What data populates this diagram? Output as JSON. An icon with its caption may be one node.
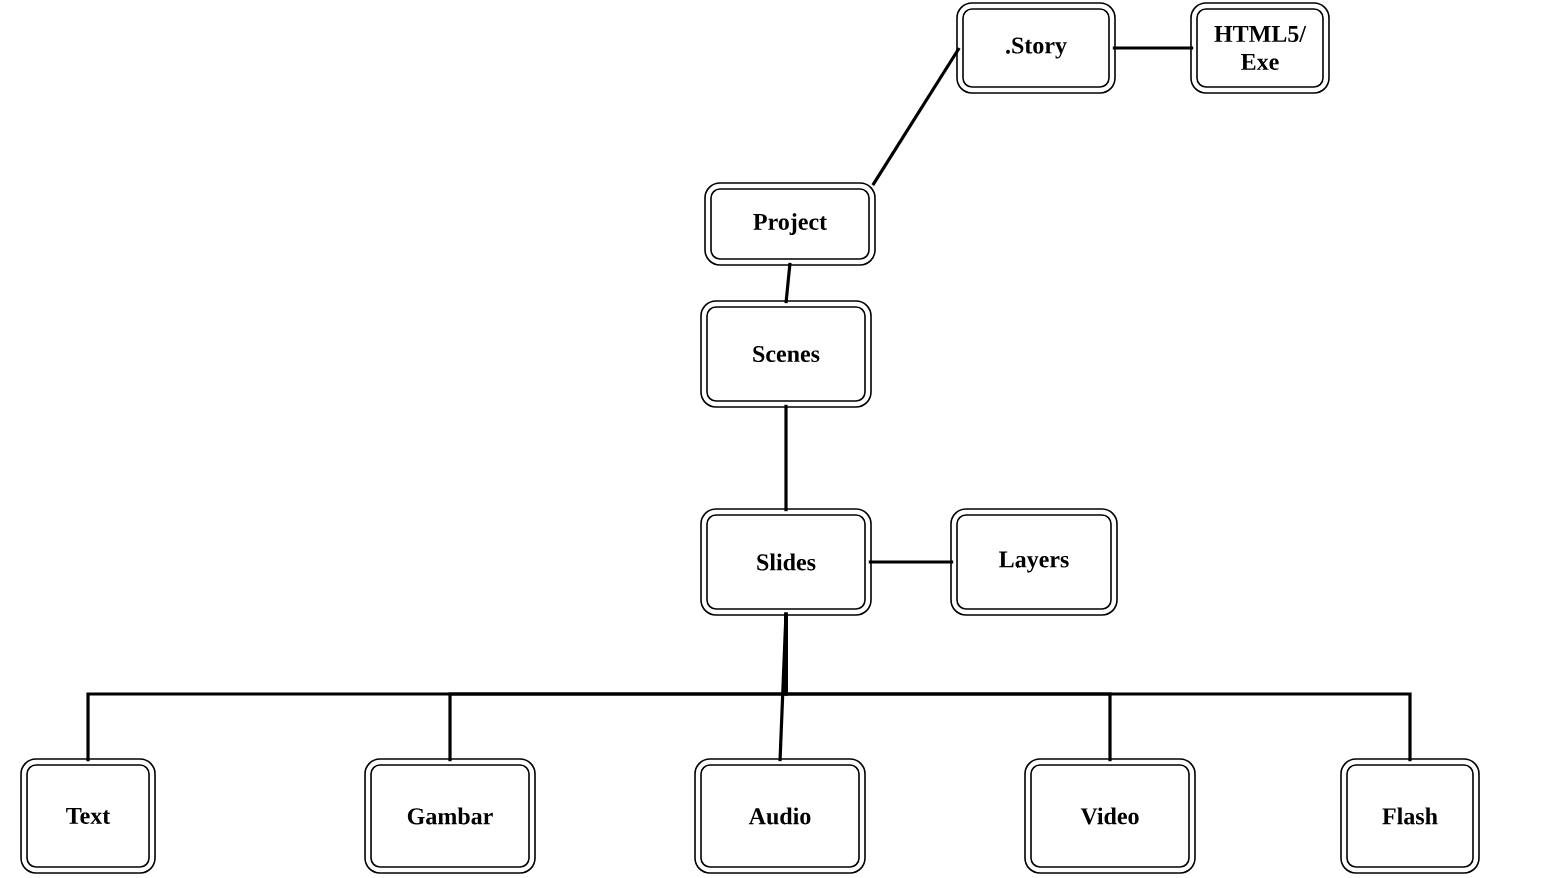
{
  "diagram": {
    "nodes": [
      {
        "text": [
          "Project"
        ]
      },
      {
        "text": [
          ".Story"
        ]
      },
      {
        "text": [
          "HTML5/ Exe"
        ]
      },
      {
        "text": [
          "Scenes"
        ]
      },
      {
        "text": [
          "Slides"
        ]
      },
      {
        "text": [
          "Layers"
        ]
      },
      {
        "text": [
          "Text"
        ]
      },
      {
        "text": [
          "Gambar"
        ]
      },
      {
        "text": [
          "Audio"
        ]
      },
      {
        "text": [
          "Video"
        ]
      },
      {
        "text": [
          "Flash"
        ]
      }
    ],
    "edges": [
      {
        "from": 0,
        "to": 1,
        "arrow": "none"
      },
      {
        "from": 1,
        "to": 2,
        "arrow": "none"
      },
      {
        "from": 0,
        "to": 3,
        "arrow": "none"
      },
      {
        "from": 3,
        "to": 4,
        "arrow": "none"
      },
      {
        "from": 4,
        "to": 5,
        "arrow": "none"
      },
      {
        "from": 4,
        "to": 6,
        "arrow": "none"
      },
      {
        "from": 4,
        "to": 7,
        "arrow": "none"
      },
      {
        "from": 4,
        "to": 8,
        "arrow": "none"
      },
      {
        "from": 4,
        "to": 9,
        "arrow": "none"
      },
      {
        "from": 4,
        "to": 10,
        "arrow": "none"
      }
    ]
  }
}
